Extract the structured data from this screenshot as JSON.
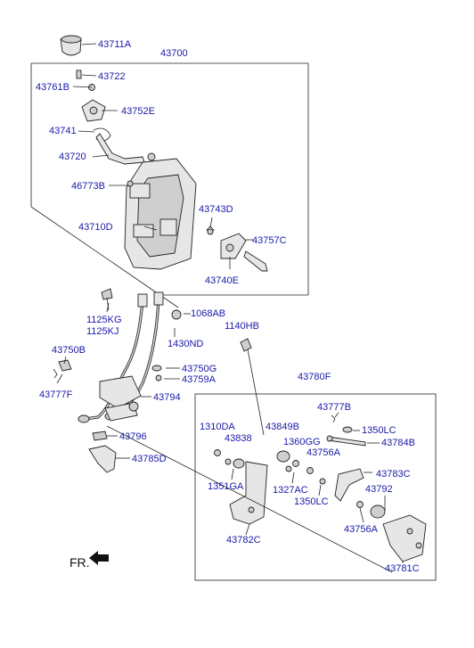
{
  "callouts": {
    "p43711A": "43711A",
    "p43700": "43700",
    "p43722": "43722",
    "p43761B": "43761B",
    "p43752E": "43752E",
    "p43741": "43741",
    "p43720": "43720",
    "p46773B": "46773B",
    "p43743D": "43743D",
    "p43710D": "43710D",
    "p43757C": "43757C",
    "p43740E": "43740E",
    "p1125KG": "1125KG",
    "p1125KJ": "1125KJ",
    "p1068AB": "1068AB",
    "p1140HB": "1140HB",
    "p1430ND": "1430ND",
    "p43750B": "43750B",
    "p43750G": "43750G",
    "p43759A": "43759A",
    "p43780F": "43780F",
    "p43777F": "43777F",
    "p43794": "43794",
    "p43777B": "43777B",
    "p1310DA": "1310DA",
    "p43849B": "43849B",
    "p1350LC_a": "1350LC",
    "p43838": "43838",
    "p1360GG": "1360GG",
    "p43784B": "43784B",
    "p43796": "43796",
    "p43756A_a": "43756A",
    "p43785D": "43785D",
    "p43783C": "43783C",
    "p1351GA": "1351GA",
    "p1327AC": "1327AC",
    "p43792": "43792",
    "p1350LC_b": "1350LC",
    "p43756A_b": "43756A",
    "p43782C": "43782C",
    "p43781C": "43781C"
  },
  "direction_label": "FR.",
  "colors": {
    "callout": "#1a1aa8",
    "line": "#222222",
    "part_fill": "#e6e6e6"
  }
}
